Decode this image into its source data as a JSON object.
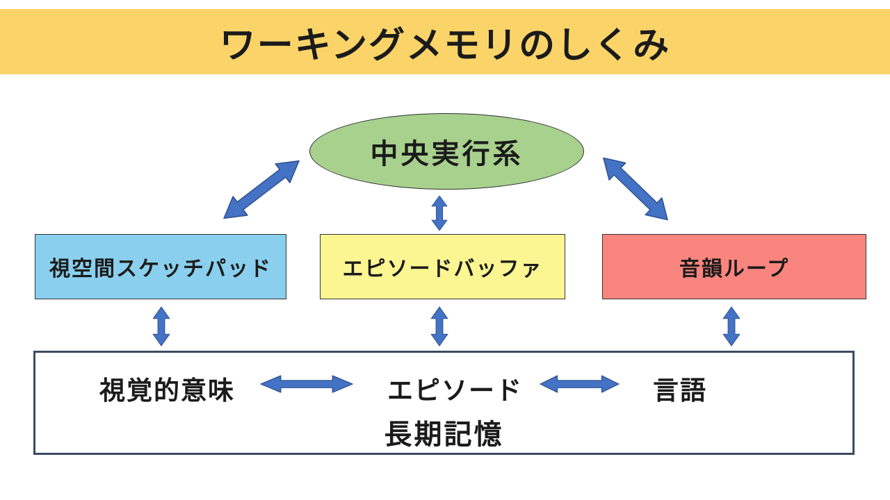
{
  "title": "ワーキングメモリのしくみ",
  "colors": {
    "banner": "#FAD469",
    "central": "#A9D18E",
    "visuospatial": "#8ACFEE",
    "episodic": "#FCF692",
    "phonological": "#FA857E",
    "arrow": "#4472C4",
    "arrow_outline": "#2F528F",
    "ltm_border": "#3A4A63"
  },
  "nodes": {
    "central_executive": "中央実行系",
    "visuospatial_sketchpad": "視空間スケッチパッド",
    "episodic_buffer": "エピソードバッファ",
    "phonological_loop": "音韻ループ"
  },
  "long_term_memory": {
    "label": "長期記憶",
    "items": [
      "視覚的意味",
      "エピソード",
      "言語"
    ]
  },
  "connections": [
    "central_executive <-> visuospatial_sketchpad",
    "central_executive <-> episodic_buffer",
    "central_executive <-> phonological_loop",
    "visuospatial_sketchpad <-> long_term_memory",
    "episodic_buffer <-> long_term_memory",
    "phonological_loop <-> long_term_memory",
    "視覚的意味 <-> エピソード",
    "エピソード <-> 言語"
  ]
}
